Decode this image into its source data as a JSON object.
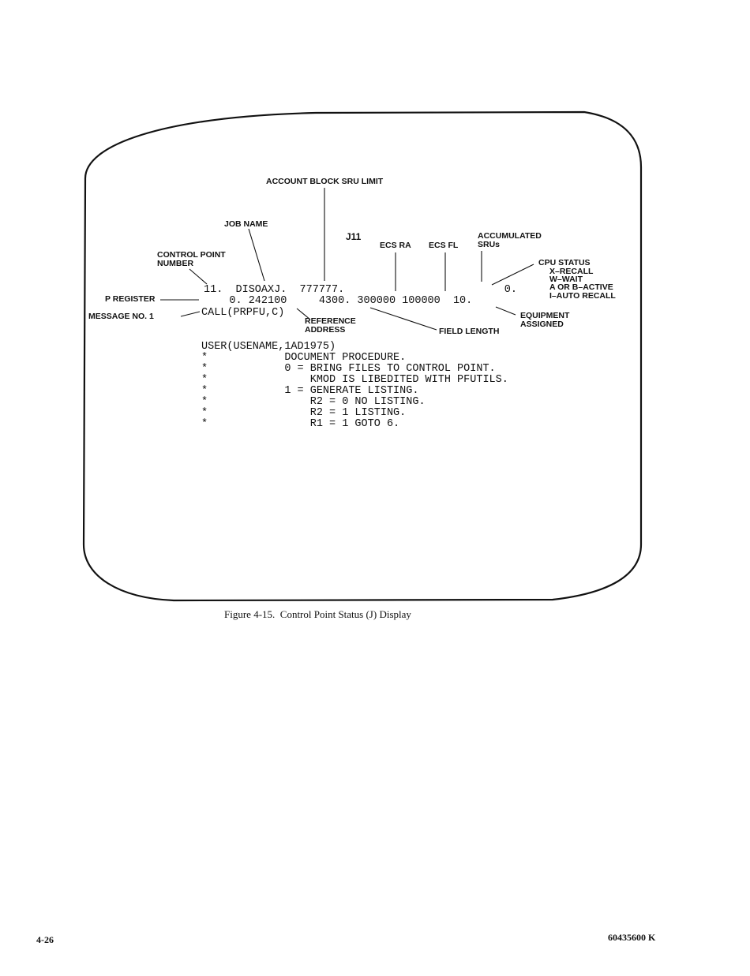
{
  "figure": {
    "labels": {
      "account_block": "ACCOUNT BLOCK SRU LIMIT",
      "job_name": "JOB NAME",
      "j11": "J11",
      "accumulated": "ACCUMULATED",
      "srus": "SRUs",
      "ecs_ra": "ECS RA",
      "ecs_fl": "ECS FL",
      "control_point": "CONTROL POINT",
      "number": "NUMBER",
      "cpu_status": "CPU STATUS",
      "x_recall": "X–RECALL",
      "w_wait": "W–WAIT",
      "a_or_b": "A OR B–ACTIVE",
      "i_auto": "I–AUTO RECALL",
      "p_register": "P REGISTER",
      "message_no": "MESSAGE NO. 1",
      "reference": "REFERENCE",
      "address": "ADDRESS",
      "field_length": "FIELD LENGTH",
      "equipment": "EQUIPMENT",
      "assigned": "ASSIGNED"
    },
    "display": {
      "row1": "11.  DISOAXJ.  777777.                         0.",
      "row2": "    0. 242100     4300. 300000 100000  10.",
      "row3": "CALL(PRPFU,C)",
      "lines": [
        "USER(USENAME,1AD1975)",
        "*            DOCUMENT PROCEDURE.",
        "*            0 = BRING FILES TO CONTROL POINT.",
        "*                KMOD IS LIBEDITED WITH PFUTILS.",
        "*            1 = GENERATE LISTING.",
        "*                R2 = 0 NO LISTING.",
        "*                R2 = 1 LISTING.",
        "*                R1 = 1 GOTO 6."
      ]
    }
  },
  "caption": "Figure 4-15.  Control Point Status (J) Display",
  "footer": {
    "page": "4-26",
    "doc_number": "60435600 K"
  }
}
